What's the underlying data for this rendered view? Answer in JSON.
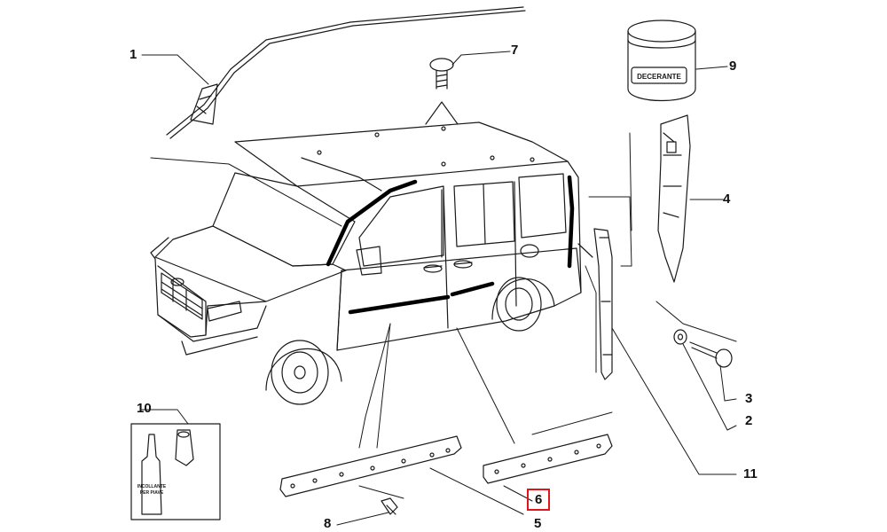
{
  "callouts": [
    {
      "id": "1",
      "label": "1"
    },
    {
      "id": "2",
      "label": "2"
    },
    {
      "id": "3",
      "label": "3"
    },
    {
      "id": "4",
      "label": "4"
    },
    {
      "id": "5",
      "label": "5"
    },
    {
      "id": "6",
      "label": "6",
      "highlighted": true
    },
    {
      "id": "7",
      "label": "7"
    },
    {
      "id": "8",
      "label": "8"
    },
    {
      "id": "9",
      "label": "9"
    },
    {
      "id": "10",
      "label": "10"
    },
    {
      "id": "11",
      "label": "11"
    }
  ],
  "labels": {
    "jar_label": "DECERANTE",
    "bottle_label_line1": "INCOLLANTE",
    "bottle_label_line2": "PER PIAVE"
  },
  "colors": {
    "line": "#1a1a1a",
    "seal": "#000000",
    "highlight": "#e0141c",
    "background": "#ffffff"
  }
}
